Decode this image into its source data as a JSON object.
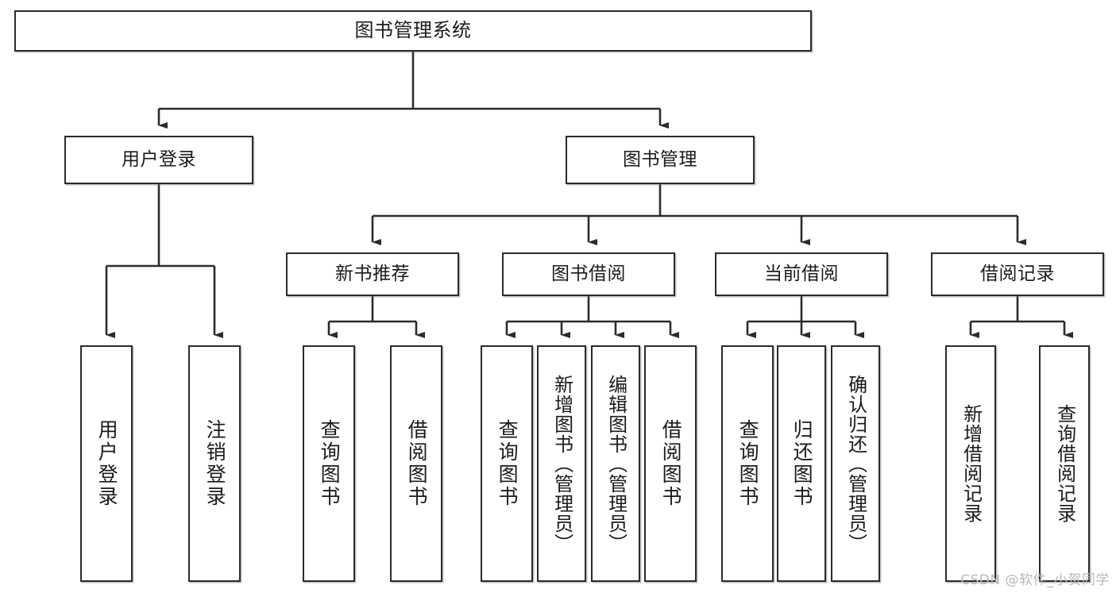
{
  "diagram": {
    "kind": "功能结构图",
    "watermark": "CSDN @软件_小贺同学",
    "colors": {
      "stroke": "#2b2b2b",
      "fill": "#ffffff",
      "text": "#1b1b1b",
      "watermark": "#b9b9b9"
    },
    "nodes": {
      "root": {
        "label": "图书管理系统"
      },
      "level2": [
        {
          "id": "user-login",
          "label": "用户登录"
        },
        {
          "id": "book-manage",
          "label": "图书管理"
        }
      ],
      "level3": [
        {
          "id": "new-book-recommend",
          "label": "新书推荐"
        },
        {
          "id": "book-borrow",
          "label": "图书借阅"
        },
        {
          "id": "current-borrow",
          "label": "当前借阅"
        },
        {
          "id": "borrow-record",
          "label": "借阅记录"
        }
      ],
      "leaves": {
        "user-login": [
          {
            "id": "leaf-user-login",
            "label": "用户登录"
          },
          {
            "id": "leaf-user-logout",
            "label": "注销登录"
          }
        ],
        "new-book-recommend": [
          {
            "id": "leaf-query-book-1",
            "label": "查询图书"
          },
          {
            "id": "leaf-borrow-book-1",
            "label": "借阅图书"
          }
        ],
        "book-borrow": [
          {
            "id": "leaf-query-book-2",
            "label": "查询图书"
          },
          {
            "id": "leaf-add-book-admin",
            "label": "新增图书（管理员）"
          },
          {
            "id": "leaf-edit-book-admin",
            "label": "编辑图书（管理员）"
          },
          {
            "id": "leaf-borrow-book-2",
            "label": "借阅图书"
          }
        ],
        "current-borrow": [
          {
            "id": "leaf-query-book-3",
            "label": "查询图书"
          },
          {
            "id": "leaf-return-book",
            "label": "归还图书"
          },
          {
            "id": "leaf-confirm-return-admin",
            "label": "确认归还（管理员）"
          }
        ],
        "borrow-record": [
          {
            "id": "leaf-add-borrow-record",
            "label": "新增借阅记录"
          },
          {
            "id": "leaf-query-borrow-record",
            "label": "查询借阅记录"
          }
        ]
      }
    }
  }
}
